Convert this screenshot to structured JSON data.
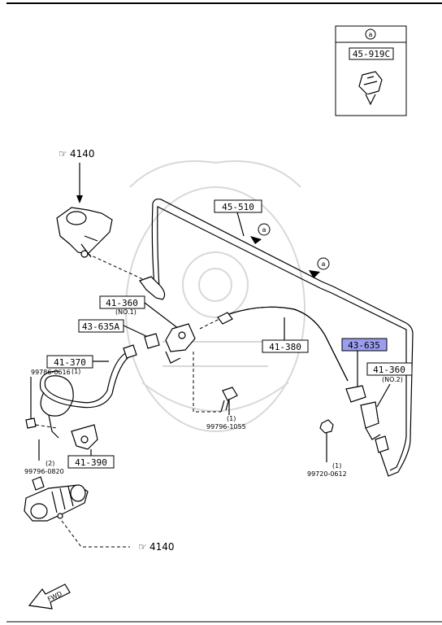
{
  "parts": {
    "p45919C": "45-919C",
    "p45510": "45-510",
    "p41360a": "41-360",
    "p41360a_note": "(NO.1)",
    "p43635A": "43-635A",
    "p41380": "41-380",
    "p43635": "43-635",
    "p41360b": "41-360",
    "p41360b_note": "(NO.2)",
    "p41370": "41-370",
    "p41390": "41-390"
  },
  "bolts": {
    "b99786_0616": "99786-0616",
    "b99786_0616_qty": "(1)",
    "b99796_0820": "99796-0820",
    "b99796_0820_qty": "(2)",
    "b99796_1055": "99796-1055",
    "b99796_1055_qty": "(1)",
    "b99720_0612": "99720-0612",
    "b99720_0612_qty": "(1)"
  },
  "refs": {
    "ref_top": "4140",
    "ref_bottom": "4140",
    "callout": "a",
    "inset_callout": "a"
  },
  "fwd_label": "FWD",
  "colors": {
    "highlight": "#9a9ef0"
  }
}
